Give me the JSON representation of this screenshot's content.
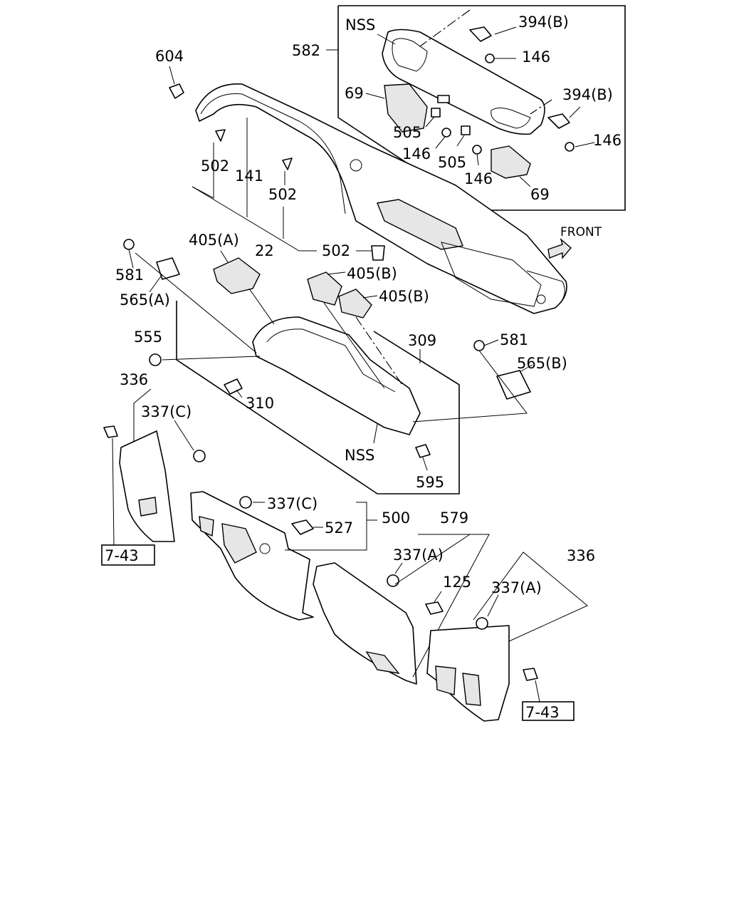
{
  "callouts": {
    "nss_top": "NSS",
    "p394b_1": "394(B)",
    "p146_1": "146",
    "p582": "582",
    "p604": "604",
    "p69_1": "69",
    "p394b_2": "394(B)",
    "p505_1": "505",
    "p146_2": "146",
    "p146_3": "146",
    "p505_2": "505",
    "p146_4": "146",
    "p69_2": "69",
    "p502_1": "502",
    "p141": "141",
    "p502_2": "502",
    "p22": "22",
    "p502_3": "502",
    "front": "FRONT",
    "p405a": "405(A)",
    "p581_1": "581",
    "p565a": "565(A)",
    "p405b_1": "405(B)",
    "p405b_2": "405(B)",
    "p555": "555",
    "p309": "309",
    "p581_2": "581",
    "p565b": "565(B)",
    "p336_1": "336",
    "p337c_1": "337(C)",
    "p310": "310",
    "nss_mid": "NSS",
    "p595": "595",
    "p337c_2": "337(C)",
    "p500": "500",
    "p527": "527",
    "p579": "579",
    "p743_1": "7-43",
    "p337a_1": "337(A)",
    "p336_2": "336",
    "p125": "125",
    "p337a_2": "337(A)",
    "p743_2": "7-43"
  }
}
